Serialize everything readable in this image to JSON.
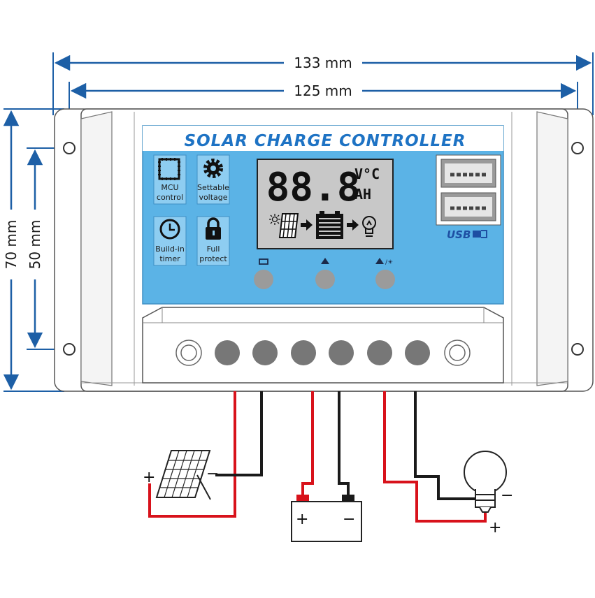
{
  "dimensions": {
    "outer_width": "133 mm",
    "inner_width": "125 mm",
    "outer_height": "70 mm",
    "inner_height": "50 mm"
  },
  "panel": {
    "title": "SOLAR CHARGE CONTROLLER",
    "features": [
      {
        "line1": "MCU",
        "line2": "control",
        "icon": "chip-icon"
      },
      {
        "line1": "Settable",
        "line2": "voltage",
        "icon": "gear-icon"
      },
      {
        "line1": "Build-in",
        "line2": "timer",
        "icon": "clock-icon"
      },
      {
        "line1": "Full",
        "line2": "protect",
        "icon": "lock-icon"
      }
    ],
    "lcd": {
      "digits": "88.8",
      "unit_top": "V°C",
      "unit_bottom": "AH"
    },
    "usb_label": "USB",
    "buttons": [
      {
        "icon": "menu-icon",
        "glyph": "▭"
      },
      {
        "icon": "up-icon",
        "glyph": "▲"
      },
      {
        "icon": "down-light-icon",
        "glyph": "▲/☉"
      }
    ]
  },
  "wiring": {
    "solar": {
      "plus": "+",
      "minus": "−"
    },
    "battery": {
      "plus": "+",
      "minus": "−"
    },
    "load": {
      "plus": "+",
      "minus": "−"
    }
  },
  "colors": {
    "panel_blue": "#5bb3e6",
    "title_blue": "#1e73c4",
    "dimension_blue": "#1d5fa6",
    "wire_red": "#d8121b",
    "wire_black": "#1a1a1a",
    "lcd_gray": "#c8c8c8"
  }
}
